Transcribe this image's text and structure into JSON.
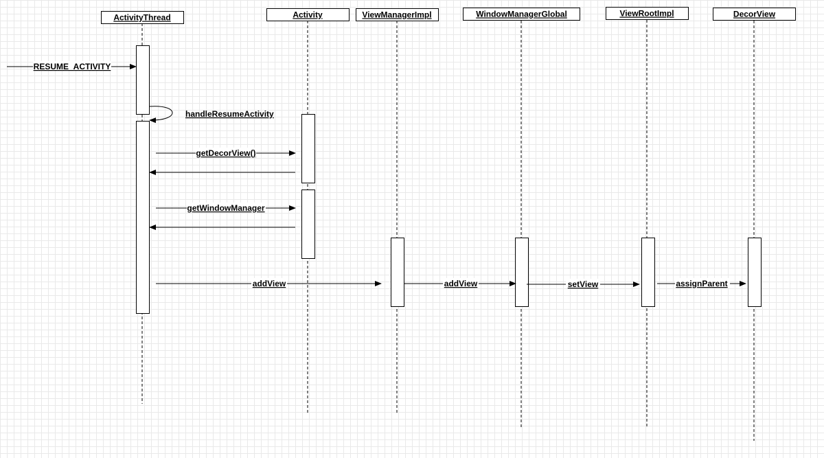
{
  "participants": [
    {
      "id": "activitythread",
      "label": "ActivityThread"
    },
    {
      "id": "activity",
      "label": "Activity"
    },
    {
      "id": "viewmanagerimpl",
      "label": "ViewManagerImpl"
    },
    {
      "id": "windowmanagerglobal",
      "label": "WindowManagerGlobal"
    },
    {
      "id": "viewrootimpl",
      "label": "ViewRootImpl"
    },
    {
      "id": "decorview",
      "label": "DecorView"
    }
  ],
  "messages": [
    {
      "id": "resume-activity",
      "label": "RESUME_ACTIVITY",
      "from": "external",
      "to": "activitythread"
    },
    {
      "id": "handle-resume-activity",
      "label": "handleResumeActivity",
      "from": "activitythread",
      "to": "activitythread"
    },
    {
      "id": "get-decor-view",
      "label": "getDecorView()",
      "from": "activitythread",
      "to": "activity"
    },
    {
      "id": "get-decor-view-return",
      "label": "",
      "from": "activity",
      "to": "activitythread"
    },
    {
      "id": "get-window-manager",
      "label": "getWindowManager",
      "from": "activitythread",
      "to": "activity"
    },
    {
      "id": "get-window-manager-return",
      "label": "",
      "from": "activity",
      "to": "activitythread"
    },
    {
      "id": "add-view-1",
      "label": "addView",
      "from": "activitythread",
      "to": "viewmanagerimpl"
    },
    {
      "id": "add-view-2",
      "label": "addView",
      "from": "viewmanagerimpl",
      "to": "windowmanagerglobal"
    },
    {
      "id": "set-view",
      "label": "setView",
      "from": "windowmanagerglobal",
      "to": "viewrootimpl"
    },
    {
      "id": "assign-parent",
      "label": "assignParent",
      "from": "viewrootimpl",
      "to": "decorview"
    }
  ]
}
